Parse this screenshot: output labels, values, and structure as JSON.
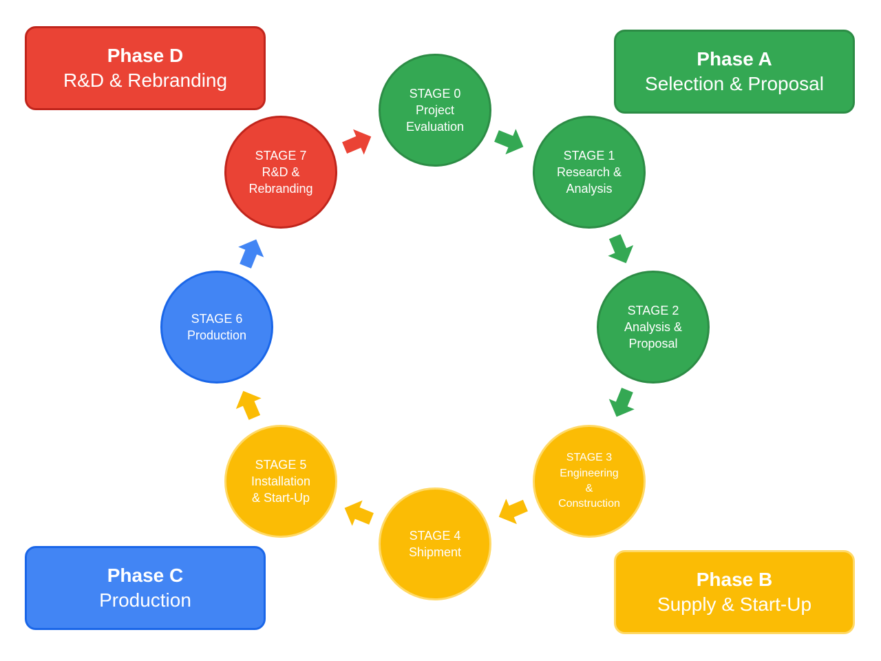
{
  "phases": {
    "a": {
      "title": "Phase A",
      "subtitle": "Selection & Proposal",
      "color": "#34a853"
    },
    "b": {
      "title": "Phase B",
      "subtitle": "Supply & Start-Up",
      "color": "#fbbc05"
    },
    "c": {
      "title": "Phase C",
      "subtitle": "Production",
      "color": "#4285f4"
    },
    "d": {
      "title": "Phase D",
      "subtitle": "R&D & Rebranding",
      "color": "#ea4335"
    }
  },
  "stages": [
    {
      "label": "STAGE 0\nProject\nEvaluation",
      "phase": "a"
    },
    {
      "label": "STAGE 1\nResearch &\nAnalysis",
      "phase": "a"
    },
    {
      "label": "STAGE 2\nAnalysis &\nProposal",
      "phase": "a"
    },
    {
      "label": "STAGE 3\nEngineering\n&\nConstruction",
      "phase": "b"
    },
    {
      "label": "STAGE 4\nShipment",
      "phase": "b"
    },
    {
      "label": "STAGE 5\nInstallation\n& Start-Up",
      "phase": "b"
    },
    {
      "label": "STAGE 6\nProduction",
      "phase": "c"
    },
    {
      "label": "STAGE 7\nR&D &\nRebranding",
      "phase": "d"
    }
  ],
  "arrow_colors": [
    "#34a853",
    "#34a853",
    "#34a853",
    "#fbbc05",
    "#fbbc05",
    "#fbbc05",
    "#4285f4",
    "#ea4335"
  ]
}
